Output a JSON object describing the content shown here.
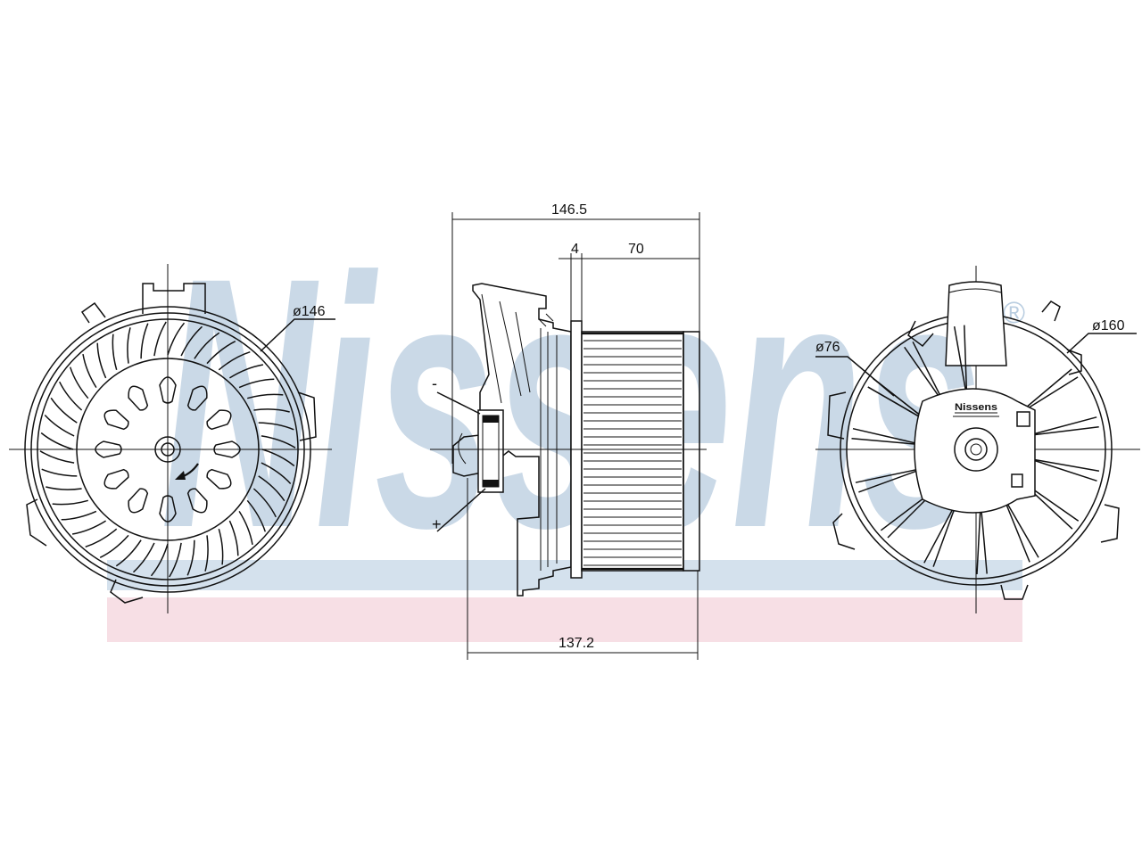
{
  "brand": {
    "watermark_text": "Nissens",
    "registered_mark": "®",
    "watermark_color": "#b9cde0",
    "band_color_blue": "#c9d9e8",
    "band_color_pink": "#f6d9e0"
  },
  "dimensions": {
    "total_length": "146.5",
    "flange_thickness": "4",
    "fan_width": "70",
    "body_length": "137.2",
    "fan_diameter": "ø146",
    "hub_diameter": "ø76",
    "housing_diameter": "ø160"
  },
  "terminals": {
    "negative": "-",
    "positive": "+"
  },
  "label_plate": {
    "text": "Nissens"
  }
}
